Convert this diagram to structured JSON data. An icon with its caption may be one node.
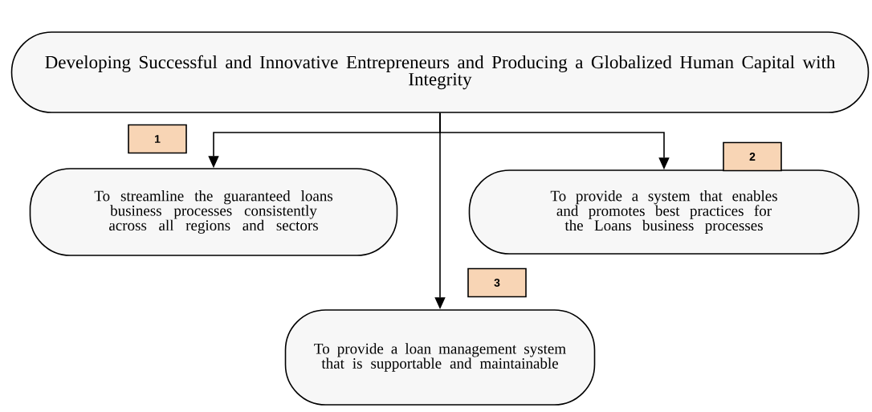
{
  "diagram": {
    "nodes": [
      {
        "text": [
          "Developing Successful and Innovative Entrepreneurs and Producing a Globalized Human Capital with Integrity"
        ]
      },
      {
        "text": [
          "To streamline the guaranteed loans business processes consistently across all regions and sectors"
        ]
      },
      {
        "text": [
          "To provide a system that enables and promotes best practices for the Loans business processes"
        ]
      },
      {
        "text": [
          "To provide a loan management system that  is supportable and maintainable"
        ]
      },
      {
        "text": [
          "1"
        ]
      },
      {
        "text": [
          "2"
        ]
      },
      {
        "text": [
          "3"
        ]
      }
    ],
    "edges": [
      {
        "from": 0,
        "to": 1,
        "arrow": "to"
      },
      {
        "from": 0,
        "to": 2,
        "arrow": "to"
      },
      {
        "from": 0,
        "to": 3,
        "arrow": "to"
      }
    ]
  }
}
